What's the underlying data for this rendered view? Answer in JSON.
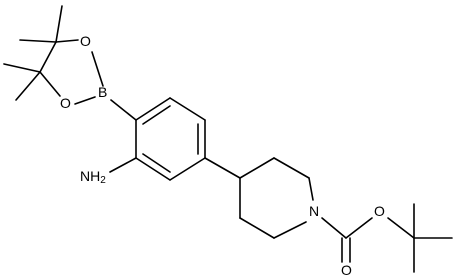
{
  "molecule": {
    "atoms": {
      "boron": "B",
      "ring_oxygen_top": "O",
      "ring_oxygen_bottom": "O",
      "amine_n": "N",
      "amine_h": "H",
      "amine_h_count": "2",
      "piperidine_n": "N",
      "ester_oxygen": "O",
      "carbonyl_oxygen": "O"
    }
  }
}
